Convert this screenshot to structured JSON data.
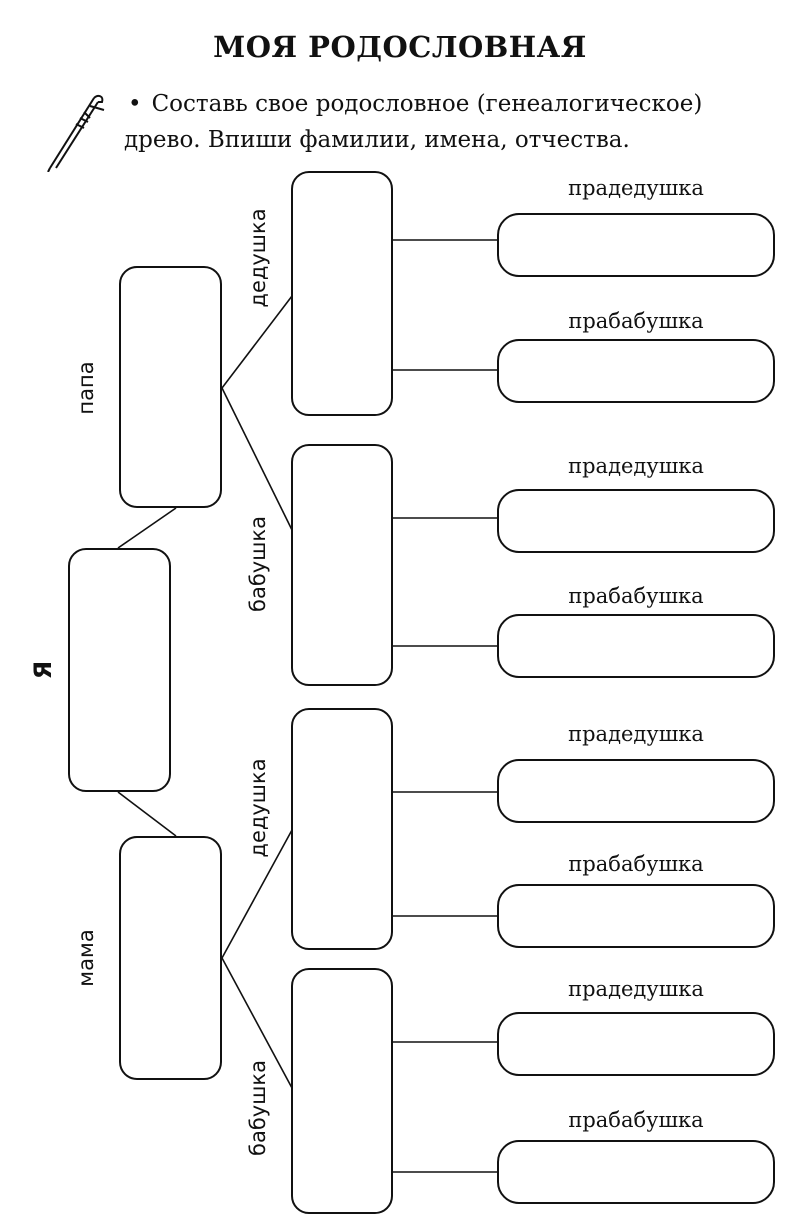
{
  "title": "МОЯ РОДОСЛОВНАЯ",
  "instructions": {
    "bullet": "•",
    "text": "Составь свое родословное (генеалогическое) древо. Впиши фамилии, имена, отчества."
  },
  "icons": {
    "pen": "pen-icon"
  },
  "tree": {
    "me": "Я",
    "father": "папа",
    "mother": "мама",
    "father_side": {
      "grandfather": "дедушка",
      "grandmother": "бабушка",
      "grandfather_parents": {
        "great_grandfather": "прадедушка",
        "great_grandmother": "прабабушка"
      },
      "grandmother_parents": {
        "great_grandfather": "прадедушка",
        "great_grandmother": "прабабушка"
      }
    },
    "mother_side": {
      "grandfather": "дедушка",
      "grandmother": "бабушка",
      "grandfather_parents": {
        "great_grandfather": "прадедушка",
        "great_grandmother": "прабабушка"
      },
      "grandmother_parents": {
        "great_grandfather": "прадедушка",
        "great_grandmother": "прабабушка"
      }
    }
  }
}
